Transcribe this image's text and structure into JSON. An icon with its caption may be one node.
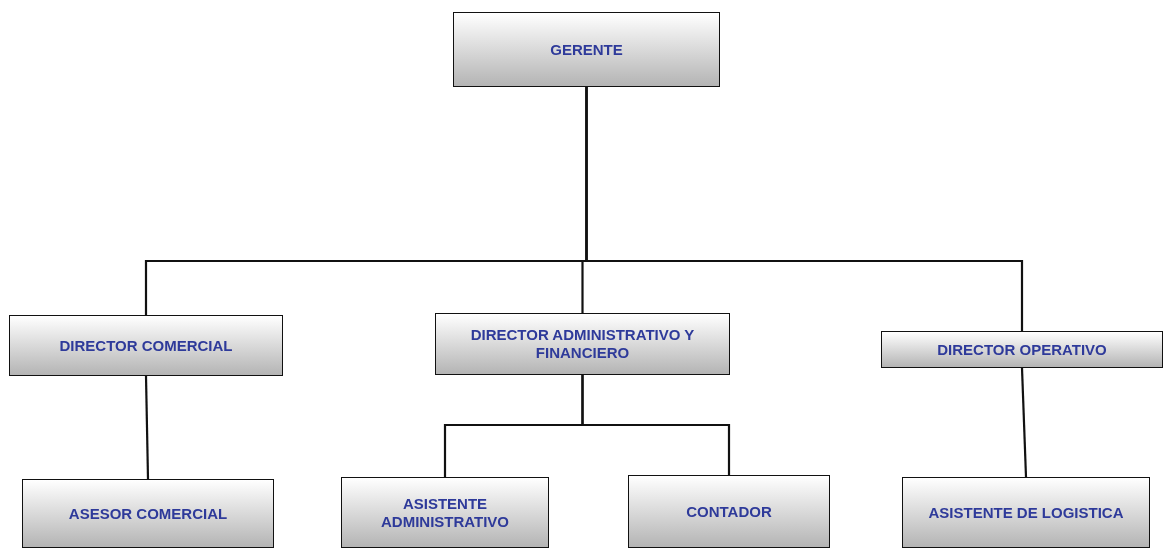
{
  "diagram": {
    "nodes": [
      {
        "text": [
          "GERENTE"
        ]
      },
      {
        "text": [
          "DIRECTOR COMERCIAL"
        ]
      },
      {
        "text": [
          "DIRECTOR ADMINISTRATIVO Y FINANCIERO"
        ]
      },
      {
        "text": [
          "DIRECTOR OPERATIVO"
        ]
      },
      {
        "text": [
          "ASESOR COMERCIAL"
        ]
      },
      {
        "text": [
          "ASISTENTE ADMINISTRATIVO"
        ]
      },
      {
        "text": [
          "CONTADOR"
        ]
      },
      {
        "text": [
          "ASISTENTE DE LOGISTICA"
        ]
      }
    ],
    "edges": [
      {
        "from": 0,
        "to": 1,
        "arrow": "none"
      },
      {
        "from": 0,
        "to": 2,
        "arrow": "none"
      },
      {
        "from": 0,
        "to": 3,
        "arrow": "none"
      },
      {
        "from": 1,
        "to": 4,
        "arrow": "none"
      },
      {
        "from": 2,
        "to": 5,
        "arrow": "none"
      },
      {
        "from": 2,
        "to": 6,
        "arrow": "none"
      },
      {
        "from": 3,
        "to": 7,
        "arrow": "none"
      }
    ]
  }
}
